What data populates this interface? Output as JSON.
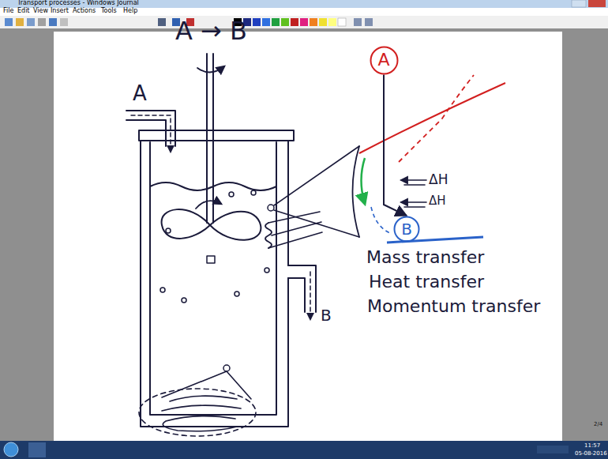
{
  "diagram": {
    "nodes": [
      {
        "text": [
          "A"
        ]
      },
      {
        "text": [
          "B"
        ]
      }
    ],
    "edges": [
      {
        "from": 0,
        "to": 1,
        "arrow": "to"
      }
    ],
    "labels": [
      "Transport processes - Windows Journal",
      "File",
      "Edit",
      "View",
      "Insert",
      "Actions",
      "Tools",
      "Help",
      "A",
      "A → B",
      "ΔH",
      "ΔH",
      "Mass transfer",
      "Heat transfer",
      "Momentum transfer",
      "B",
      "2/4",
      "11:57",
      "05-08-2016"
    ]
  }
}
